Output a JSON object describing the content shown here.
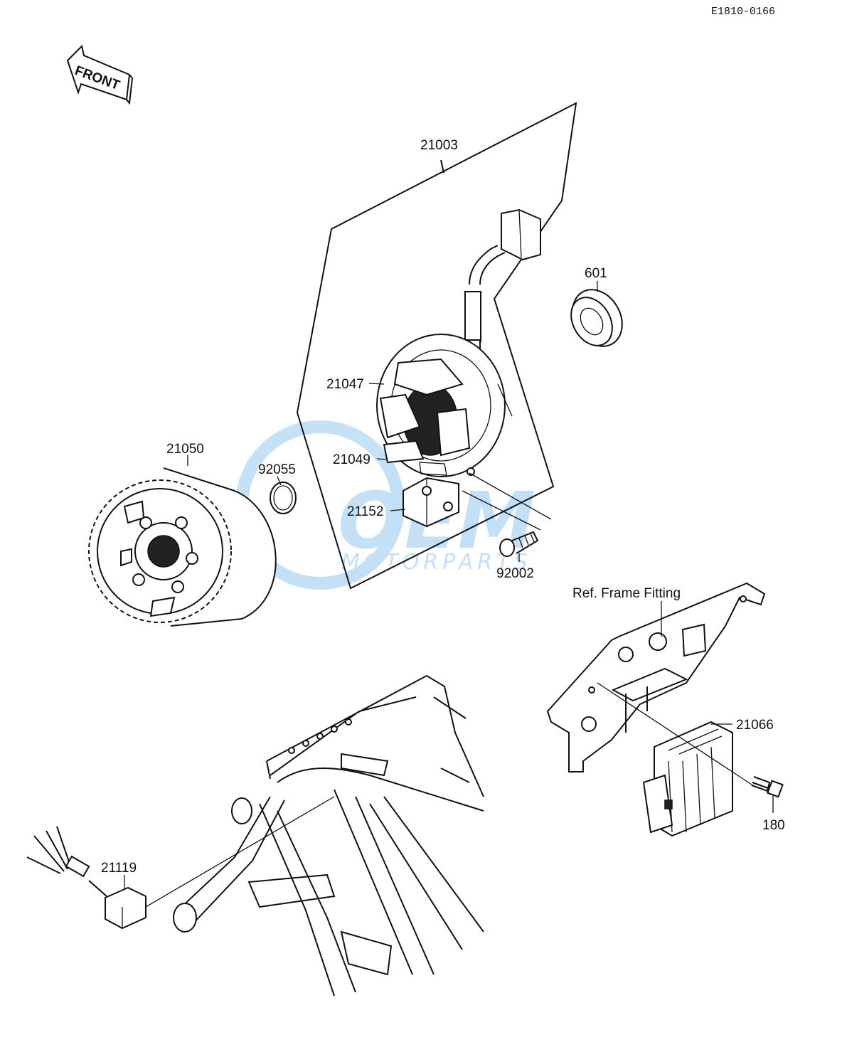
{
  "diagram": {
    "code": "E1810-0166",
    "front_label": "FRONT",
    "watermark": {
      "big": "OEM",
      "small": "MOTORPARTS",
      "color": "#5aa9e6"
    },
    "parts": [
      {
        "id": "21003",
        "label": "21003"
      },
      {
        "id": "601",
        "label": "601"
      },
      {
        "id": "21047",
        "label": "21047"
      },
      {
        "id": "21050",
        "label": "21050"
      },
      {
        "id": "92055",
        "label": "92055"
      },
      {
        "id": "21049",
        "label": "21049"
      },
      {
        "id": "21152",
        "label": "21152"
      },
      {
        "id": "92002",
        "label": "92002"
      },
      {
        "id": "21066",
        "label": "21066"
      },
      {
        "id": "180",
        "label": "180"
      },
      {
        "id": "21119",
        "label": "21119"
      }
    ],
    "ref_label": "Ref. Frame Fitting"
  }
}
